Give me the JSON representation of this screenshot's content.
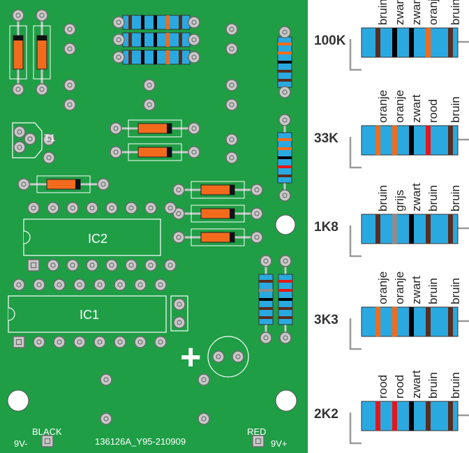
{
  "board": {
    "color": "#1f9e46",
    "ic_labels": [
      "IC2",
      "IC1"
    ],
    "transistor_label": "T1",
    "plus_symbol": "+",
    "pcb_code": "136126A_Y95-210909",
    "black_label": "BLACK",
    "red_label": "RED",
    "neg_label": "9V-",
    "pos_label": "9V+"
  },
  "legend": {
    "resistors": [
      {
        "value": "100K",
        "bands": [
          "bruin",
          "zwart",
          "zwart",
          "oranje",
          "bruin"
        ]
      },
      {
        "value": "33K",
        "bands": [
          "oranje",
          "oranje",
          "zwart",
          "rood",
          "bruin"
        ]
      },
      {
        "value": "1K8",
        "bands": [
          "bruin",
          "grijs",
          "zwart",
          "bruin",
          "bruin"
        ]
      },
      {
        "value": "3K3",
        "bands": [
          "oranje",
          "oranje",
          "zwart",
          "bruin",
          "bruin"
        ]
      },
      {
        "value": "2K2",
        "bands": [
          "rood",
          "rood",
          "zwart",
          "bruin",
          "bruin"
        ]
      }
    ],
    "band_colors": {
      "bruin": "#5a2d1e",
      "zwart": "#000000",
      "oranje": "#f26b1d",
      "rood": "#e4161b",
      "grijs": "#8d8d8d"
    },
    "body_color": "#2aa9e0"
  }
}
